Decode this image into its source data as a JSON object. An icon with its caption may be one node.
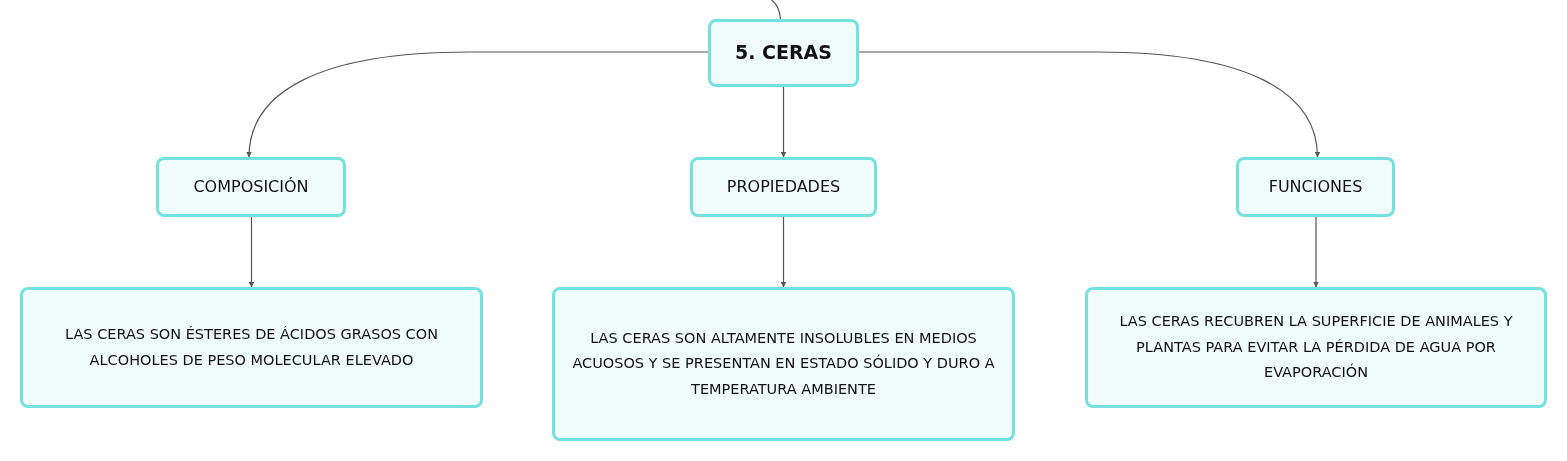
{
  "diagram": {
    "nodes": [
      {
        "text": [
          "5. CERAS"
        ]
      },
      {
        "text": [
          "COMPOSICIÓN"
        ]
      },
      {
        "text": [
          "PROPIEDADES"
        ]
      },
      {
        "text": [
          "FUNCIONES"
        ]
      },
      {
        "text": [
          "LAS CERAS SON ÉSTERES DE ÁCIDOS GRASOS CON ALCOHOLES DE PESO MOLECULAR ELEVADO"
        ]
      },
      {
        "text": [
          "LAS CERAS SON ALTAMENTE INSOLUBLES EN MEDIOS ACUOSOS Y SE PRESENTAN EN ESTADO SÓLIDO Y DURO A TEMPERATURA AMBIENTE"
        ]
      },
      {
        "text": [
          "LAS CERAS RECUBREN LA SUPERFICIE DE ANIMALES Y PLANTAS PARA EVITAR LA PÉRDIDA DE AGUA POR EVAPORACIÓN"
        ]
      }
    ],
    "edges": [
      {
        "from": null,
        "to": 0,
        "arrow": "none"
      },
      {
        "from": 0,
        "to": 1,
        "arrow": "to"
      },
      {
        "from": 0,
        "to": 2,
        "arrow": "to"
      },
      {
        "from": 0,
        "to": 3,
        "arrow": "to"
      },
      {
        "from": 1,
        "to": 4,
        "arrow": "to"
      },
      {
        "from": 2,
        "to": 5,
        "arrow": "to"
      },
      {
        "from": 3,
        "to": 6,
        "arrow": "to"
      }
    ]
  }
}
